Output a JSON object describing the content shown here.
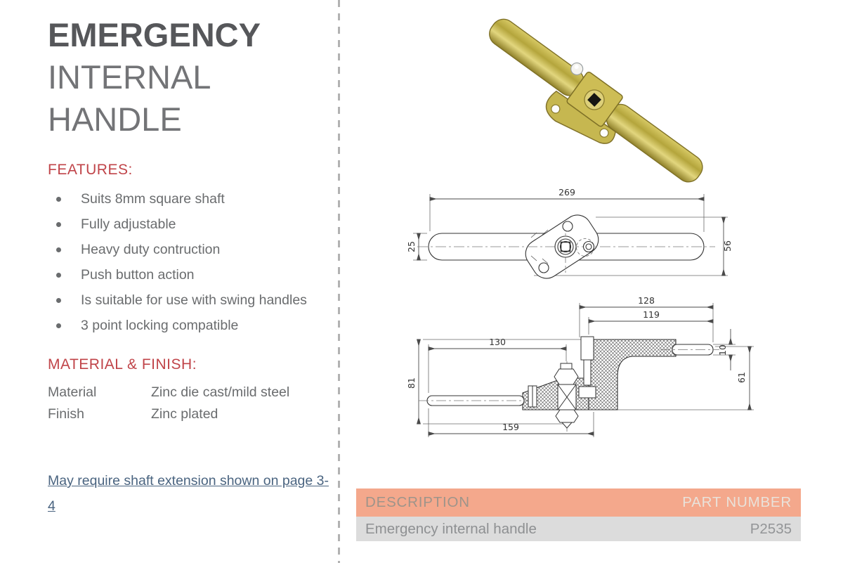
{
  "left": {
    "title_line1": "EMERGENCY",
    "title_line2": "INTERNAL",
    "title_line3": "HANDLE",
    "features": {
      "heading": "FEATURES:",
      "items": [
        "Suits 8mm square shaft",
        "Fully adjustable",
        "Heavy duty contruction",
        "Push button action",
        "Is suitable for use with swing handles",
        "3 point locking compatible"
      ]
    },
    "material_finish": {
      "heading": "MATERIAL & FINISH:",
      "rows": [
        {
          "label": "Material",
          "value": "Zinc die cast/mild steel"
        },
        {
          "label": "Finish",
          "value": "Zinc plated"
        }
      ]
    },
    "note_link": "May require shaft extension shown on page 3-4"
  },
  "right": {
    "drawings": {
      "top_view": {
        "dims": {
          "length": "269",
          "bar_width": "25",
          "plate_height": "56"
        }
      },
      "section_view": {
        "dims": {
          "upper_total": "128",
          "button_offset": "119",
          "lower_inner": "130",
          "bar_thickness": "10",
          "drop_height": "61",
          "overall_height": "81",
          "lower_total": "159"
        }
      }
    },
    "table": {
      "header": {
        "description": "DESCRIPTION",
        "part_number": "PART NUMBER"
      },
      "rows": [
        {
          "description": "Emergency internal handle",
          "part_number": "P2535"
        }
      ]
    }
  },
  "colors": {
    "heading_red": "#c04449",
    "table_header_bg": "#f4a88c",
    "table_row_bg": "#dcdcdc",
    "link_blue": "#4a6480"
  }
}
